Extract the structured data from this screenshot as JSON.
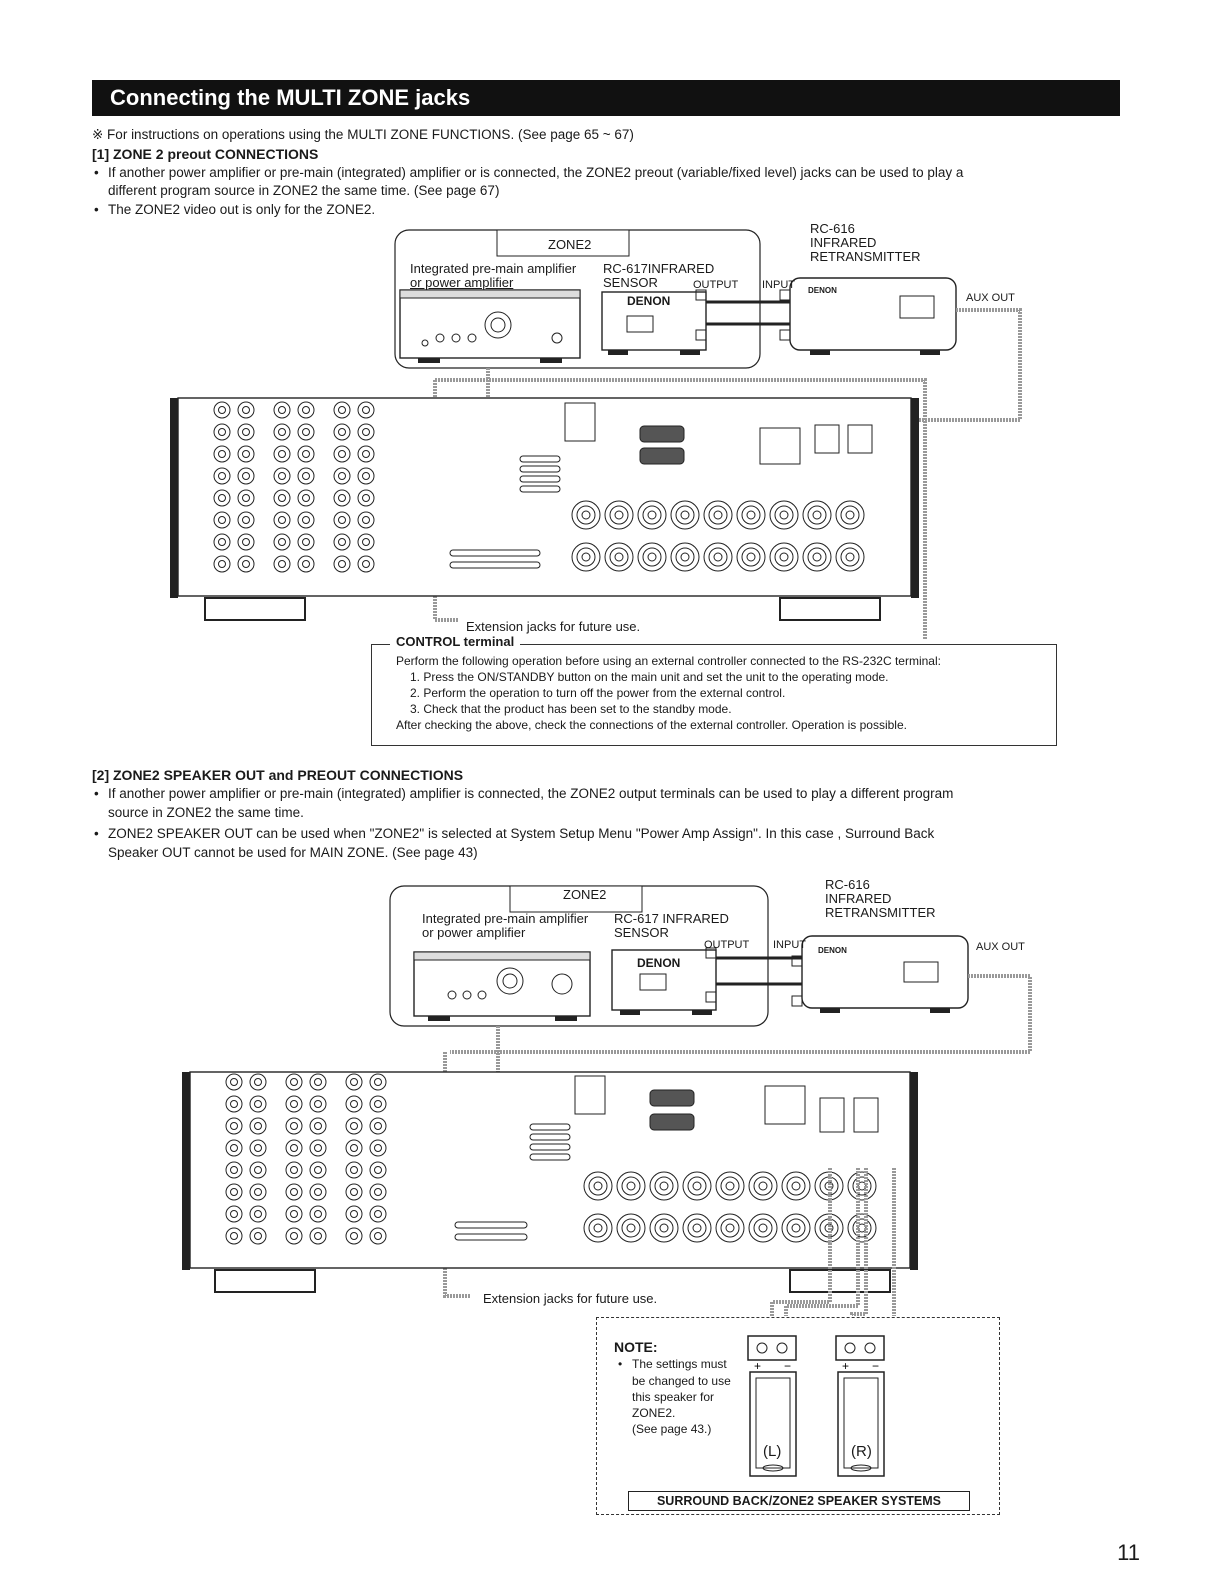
{
  "banner": "Connecting the MULTI ZONE jacks",
  "intro": "※ For instructions on operations using the MULTI ZONE FUNCTIONS. (See page 65 ~ 67)",
  "section1": {
    "heading": "[1] ZONE 2 preout CONNECTIONS",
    "bullet1a": "If another power amplifier or pre-main (integrated) amplifier or is connected, the ZONE2 preout (variable/fixed level) jacks can be used to play a",
    "bullet1b": "different program source in ZONE2 the same time. (See page 67)",
    "bullet2": "The ZONE2 video out is only for the ZONE2."
  },
  "diagram1": {
    "zone_label": "ZONE2",
    "amp_label_1": "Integrated pre-main amplifier",
    "amp_label_2": "or power amplifier",
    "sensor_label_1": "RC-617INFRARED",
    "sensor_label_2": "SENSOR",
    "output_label": "OUTPUT",
    "input_label": "INPUT",
    "rc616_1": "RC-616",
    "rc616_2": "INFRARED",
    "rc616_3": "RETRANSMITTER",
    "aux_out": "AUX OUT",
    "denon": "DENON",
    "extension": "Extension jacks for future use."
  },
  "control": {
    "title": "CONTROL terminal",
    "line0": "Perform the following operation before using an external controller connected to the RS-232C terminal:",
    "line1": "1. Press the ON/STANDBY button on the main unit and set the unit to the operating mode.",
    "line2": "2. Perform the operation to turn off the power from the external control.",
    "line3": "3. Check that the product has been set to the standby mode.",
    "line4": "After checking the above, check the connections of the external controller. Operation is possible."
  },
  "section2": {
    "heading": "[2] ZONE2 SPEAKER OUT and PREOUT CONNECTIONS",
    "bullet1a": "If another power amplifier or pre-main (integrated) amplifier is connected, the ZONE2 output terminals can be used to play a different program",
    "bullet1b": "source in ZONE2 the same time.",
    "bullet2a": "ZONE2 SPEAKER OUT can be used when \"ZONE2\" is selected at System Setup Menu \"Power Amp Assign\". In this case , Surround Back",
    "bullet2b": "Speaker OUT cannot be used for MAIN ZONE. (See page 43)"
  },
  "diagram2": {
    "zone_label": "ZONE2",
    "amp_label_1": "Integrated pre-main amplifier",
    "amp_label_2": "or power amplifier",
    "sensor_label_1": "RC-617 INFRARED",
    "sensor_label_2": "SENSOR",
    "output_label": "OUTPUT",
    "input_label": "INPUT",
    "rc616_1": "RC-616",
    "rc616_2": "INFRARED",
    "rc616_3": "RETRANSMITTER",
    "aux_out": "AUX OUT",
    "denon": "DENON",
    "extension": "Extension jacks for future use."
  },
  "note": {
    "title": "NOTE:",
    "l1": "The settings must",
    "l2": "be changed to use",
    "l3": "this  speaker  for",
    "l4": "ZONE2.",
    "l5": "(See page 43.)",
    "left": "(L)",
    "right": "(R)",
    "caption": "SURROUND BACK/ZONE2 SPEAKER SYSTEMS"
  },
  "page_number": "11"
}
